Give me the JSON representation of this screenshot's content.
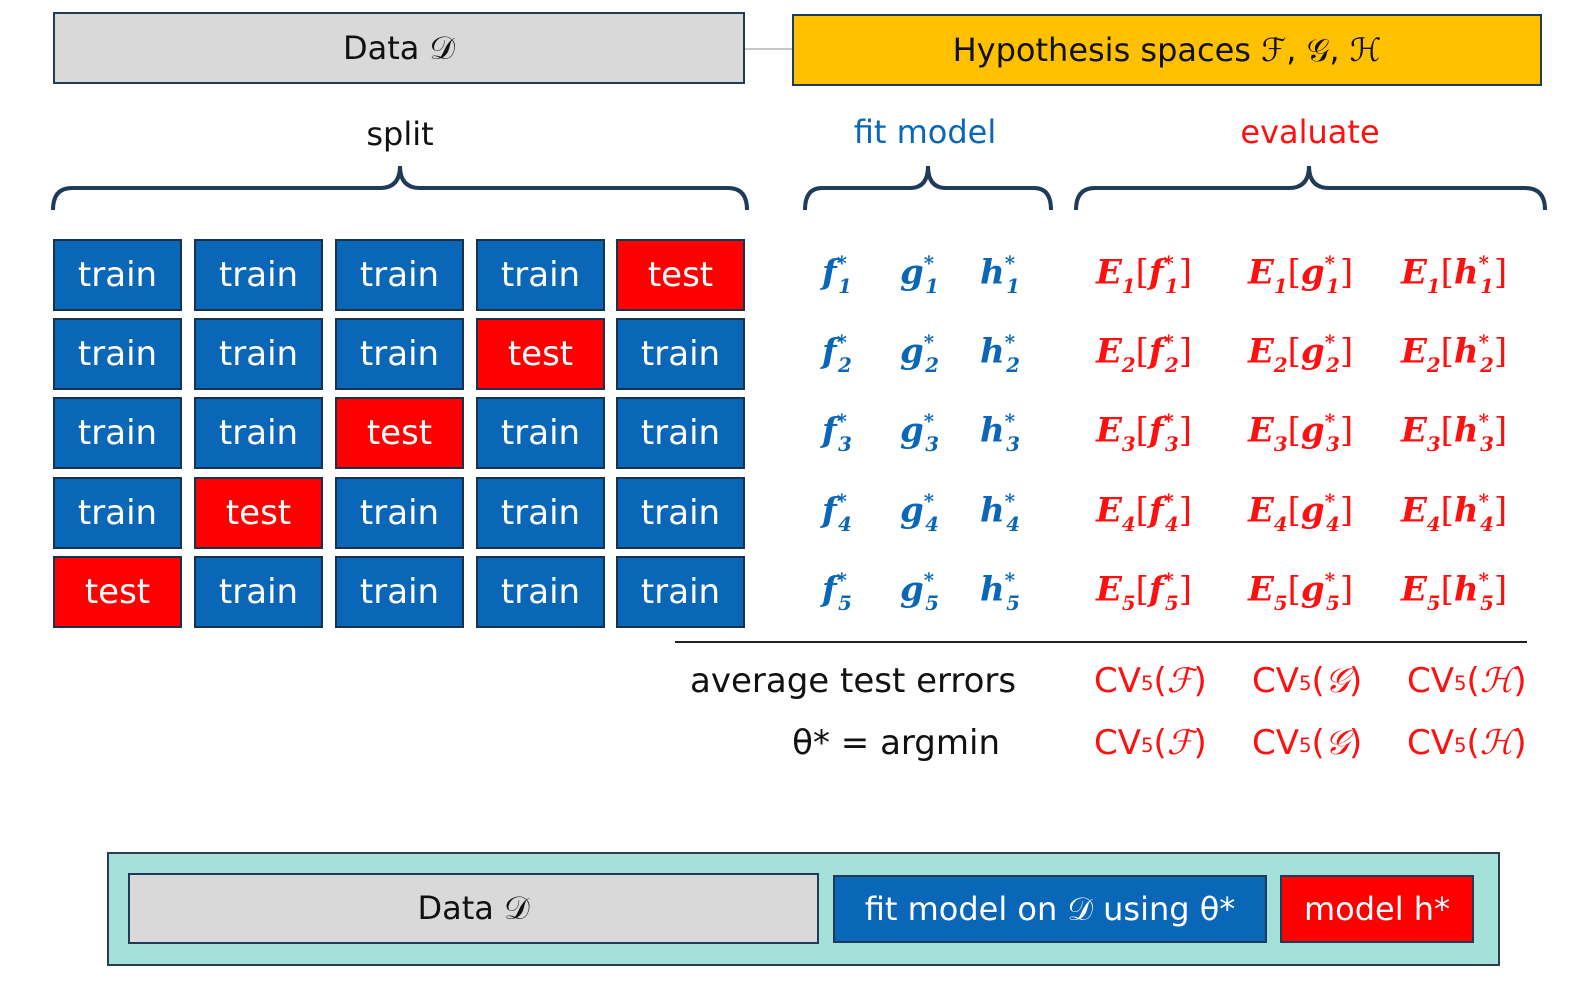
{
  "top": {
    "data_label": "Data 𝒟",
    "hypothesis_label": "Hypothesis spaces ℱ, 𝒢, ℋ"
  },
  "headers": {
    "split": "split",
    "fit_model": "fit model",
    "evaluate": "evaluate"
  },
  "colors": {
    "train": "#0a67b8",
    "test": "#ff0000",
    "fit_text": "#0a67b8",
    "eval_text": "#ff1010",
    "teal": "#a4e1d9",
    "gray": "#d9d9d9",
    "yellow": "#ffc000"
  },
  "grid": {
    "rows": [
      [
        "train",
        "train",
        "train",
        "train",
        "test"
      ],
      [
        "train",
        "train",
        "train",
        "test",
        "train"
      ],
      [
        "train",
        "train",
        "test",
        "train",
        "train"
      ],
      [
        "train",
        "test",
        "train",
        "train",
        "train"
      ],
      [
        "test",
        "train",
        "train",
        "train",
        "train"
      ]
    ]
  },
  "fitted": {
    "symbols": [
      "f",
      "g",
      "h"
    ],
    "indices": [
      "1",
      "2",
      "3",
      "4",
      "5"
    ],
    "star": "*"
  },
  "errors": {
    "symbol": "E"
  },
  "summary": {
    "avg_label": "average test errors",
    "argmin_label": "θ* = argmin",
    "cv_values": [
      "CV5(ℱ)",
      "CV5(𝒢)",
      "CV5(ℋ)"
    ],
    "cv_prefix": "CV",
    "cv_sub": "5",
    "spaces": [
      "ℱ",
      "𝒢",
      "ℋ"
    ]
  },
  "bottom": {
    "data_label": "Data 𝒟",
    "fit_label": "fit model on 𝒟 using θ*",
    "model_label": "model h*"
  }
}
